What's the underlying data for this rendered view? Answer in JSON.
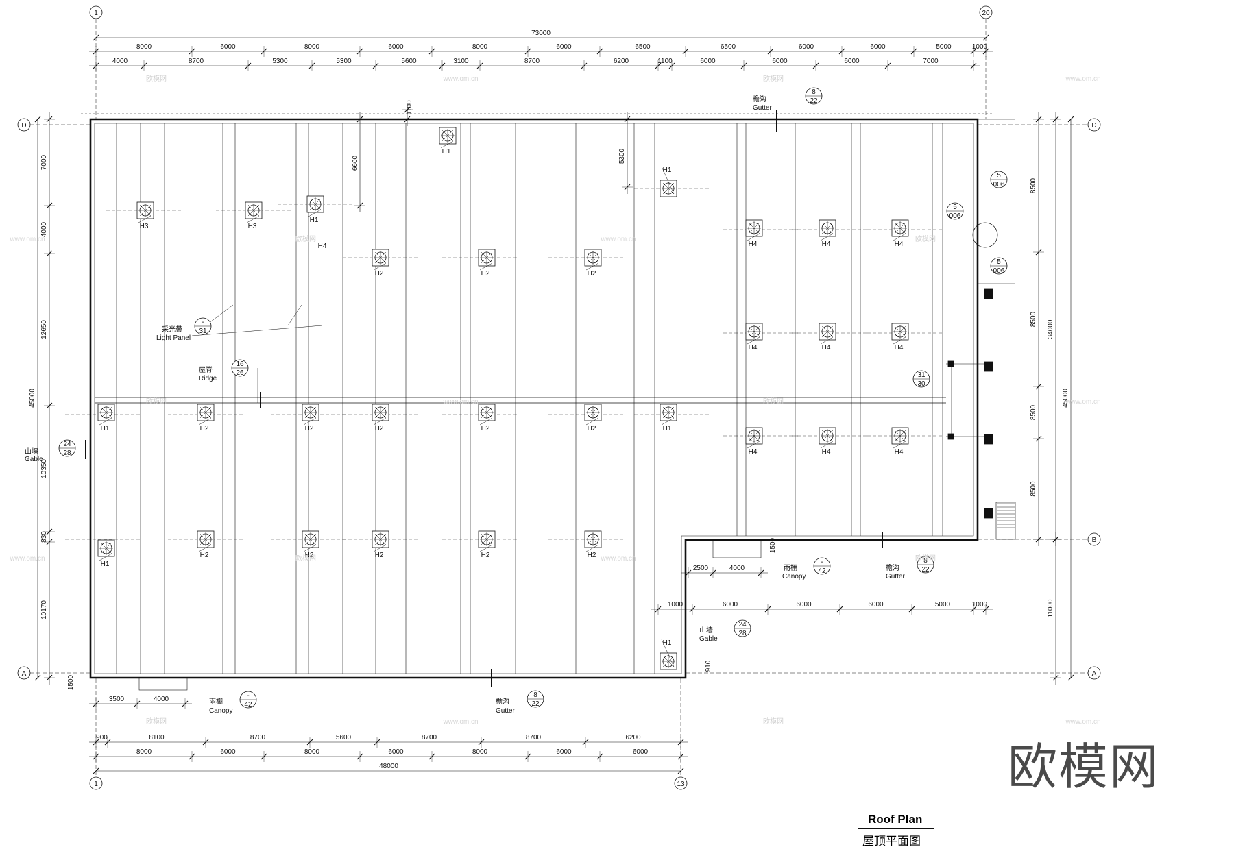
{
  "drawing": {
    "title_en": "Roof Plan",
    "title_cn": "屋顶平面图",
    "watermark_logo": "欧模网",
    "watermark_text": "欧模网",
    "watermark_url": "www.om.cn"
  },
  "grid_bubbles": {
    "top_left": "1",
    "top_right": "20",
    "bottom_left": "1",
    "bottom_right": "13",
    "left_top": "D",
    "left_bottom": "A",
    "right_top": "D",
    "right_mid": "B",
    "right_bottom": "A"
  },
  "dims_top": {
    "total": "73000",
    "row1": [
      "8000",
      "6000",
      "8000",
      "6000",
      "8000",
      "6000",
      "6500",
      "6500",
      "6000",
      "6000",
      "5000",
      "1000"
    ],
    "row2": [
      "4000",
      "8700",
      "5300",
      "5300",
      "5600",
      "3100",
      "8700",
      "6200",
      "1100",
      "6000",
      "6000",
      "6000",
      "7000"
    ]
  },
  "dims_bottom": {
    "total": "48000",
    "row1": [
      "900",
      "8100",
      "8700",
      "5600",
      "8700",
      "8700",
      "6200"
    ],
    "row2": [
      "8000",
      "6000",
      "8000",
      "6000",
      "8000",
      "6000",
      "6000"
    ],
    "canopy": [
      "3500",
      "4000"
    ]
  },
  "dims_left": {
    "total": "45000",
    "segments": [
      "7000",
      "4000",
      "12650",
      "10350",
      "830",
      "10170"
    ],
    "bottom_offset": "1500"
  },
  "dims_right": {
    "total": "45000",
    "inner_total": "34000",
    "segments": [
      "8500",
      "8500",
      "8500",
      "8500"
    ],
    "lower": "11000"
  },
  "dims_inner": {
    "top_1100": "1100",
    "top_6600": "6600",
    "top_5300": "5300",
    "canopy_1500": "1500",
    "canopy_2500": "2500",
    "canopy_4000": "4000",
    "step_row": [
      "1000",
      "6000",
      "6000",
      "6000",
      "5000",
      "1000"
    ],
    "offset_910": "910"
  },
  "equipment": {
    "h1": "H1",
    "h2": "H2",
    "h3": "H3",
    "h4": "H4"
  },
  "callouts": {
    "gutter_cn": "檐沟",
    "gutter_en": "Gutter",
    "gutter_ref": [
      "8",
      "22"
    ],
    "light_cn": "采光带",
    "light_en": "Light Panel",
    "light_ref": [
      "-",
      "31"
    ],
    "ridge_cn": "屋脊",
    "ridge_en": "Ridge",
    "ridge_ref": [
      "16",
      "26"
    ],
    "gable_cn": "山墙",
    "gable_en": "Gable",
    "gable_ref": [
      "24",
      "28"
    ],
    "canopy_cn": "雨棚",
    "canopy_en": "Canopy",
    "canopy_ref": [
      "-",
      "42"
    ],
    "detail_ref": [
      "5",
      "006"
    ],
    "detail31": [
      "31",
      "30"
    ]
  }
}
